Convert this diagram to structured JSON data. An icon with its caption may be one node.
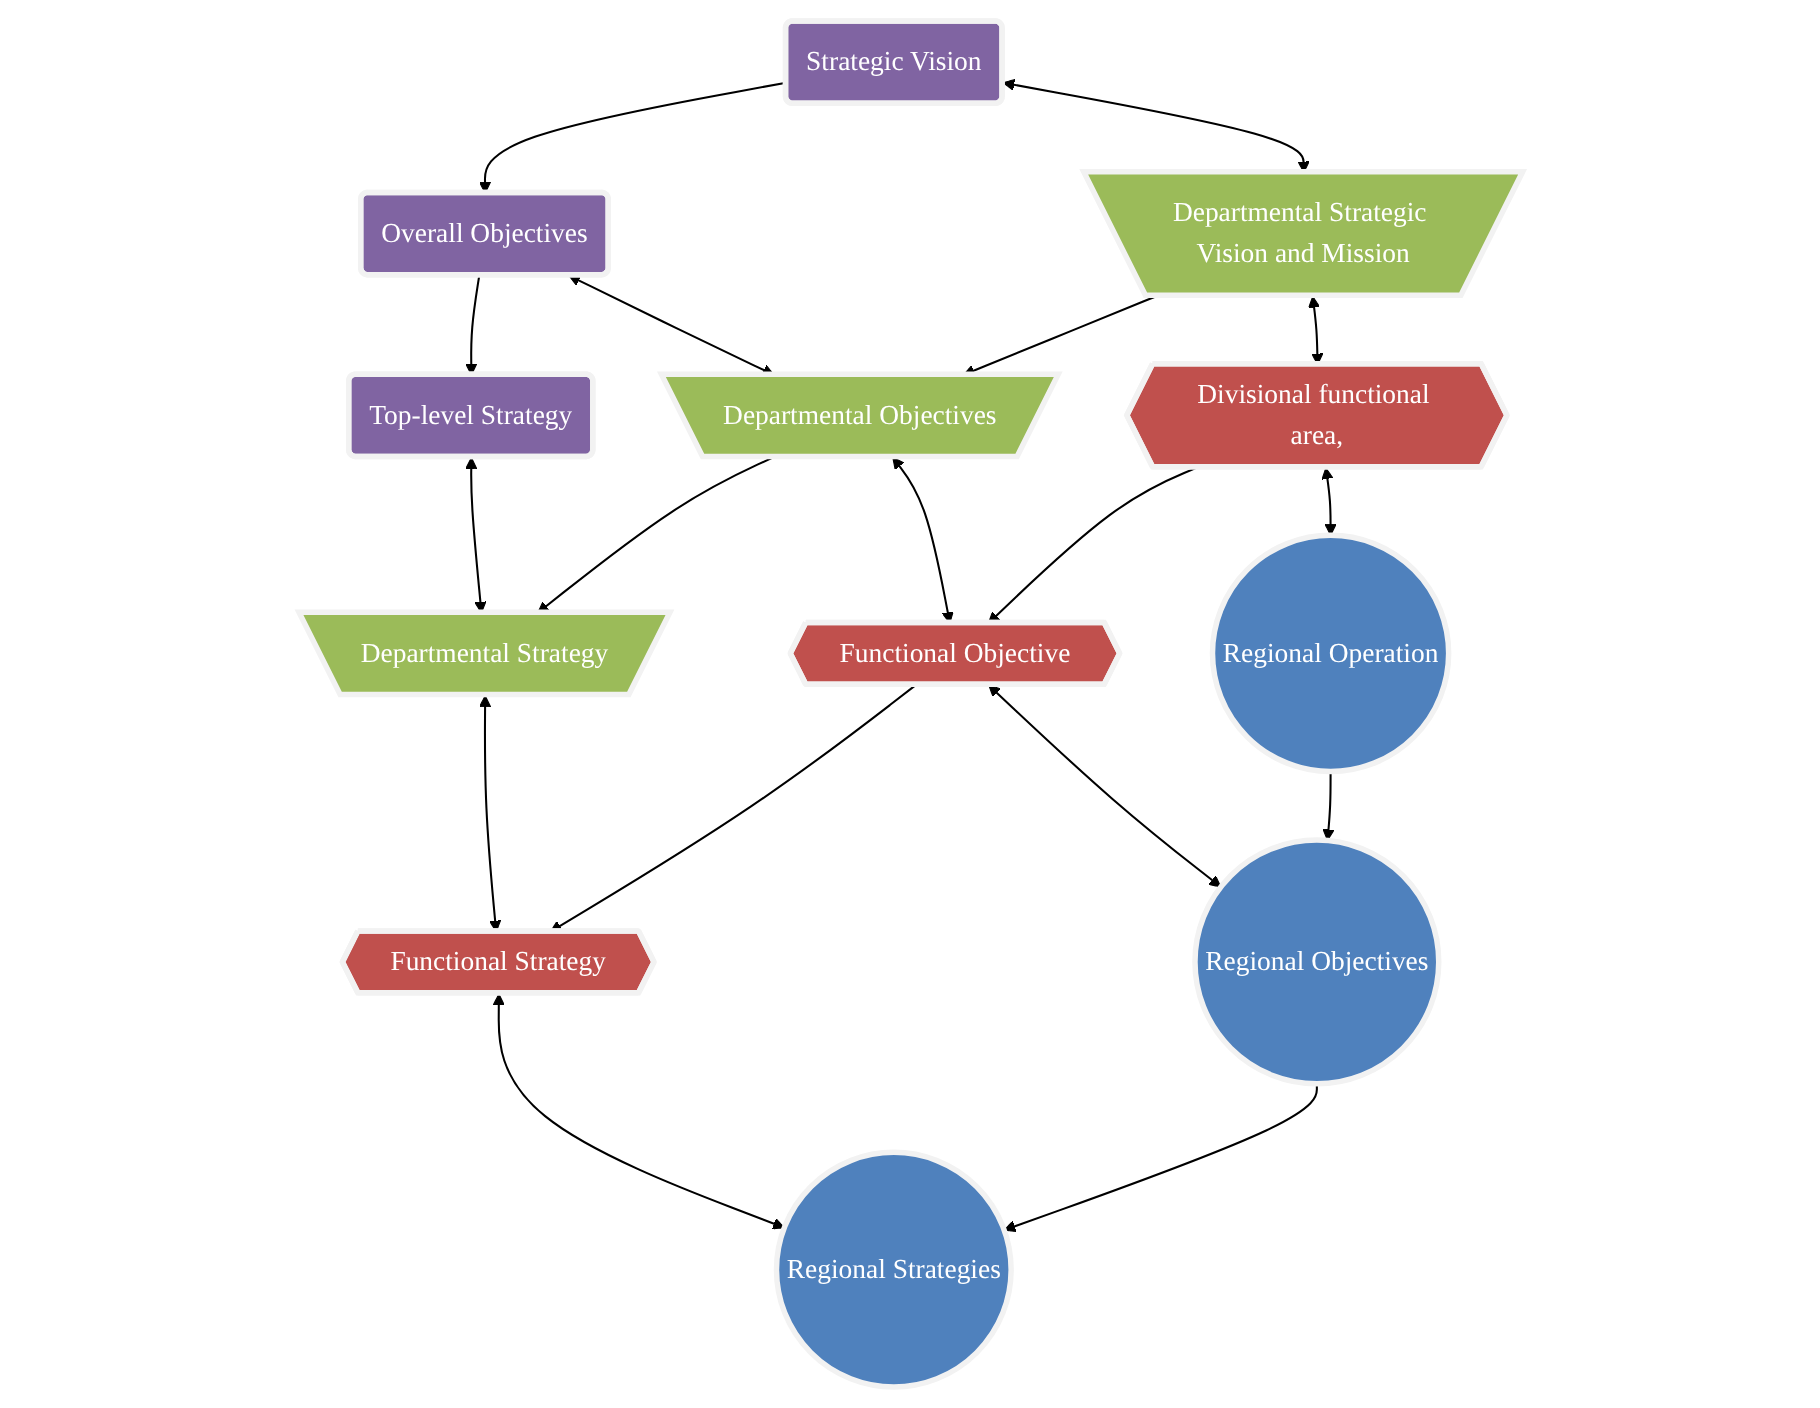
{
  "diagram": {
    "nodes": [
      {
        "text": [
          "Strategic Vision"
        ]
      },
      {
        "text": [
          "Overall Objectives"
        ]
      },
      {
        "text": [
          "Top-level Strategy"
        ]
      },
      {
        "text": [
          "Departmental Strategic Vision and Mission"
        ]
      },
      {
        "text": [
          "Departmental Objectives"
        ]
      },
      {
        "text": [
          "Departmental Strategy"
        ]
      },
      {
        "text": [
          "Divisional functional area,"
        ]
      },
      {
        "text": [
          "Functional Objective"
        ]
      },
      {
        "text": [
          "Functional Strategy"
        ]
      },
      {
        "text": [
          "Regional Operation"
        ]
      },
      {
        "text": [
          "Regional Objectives"
        ]
      },
      {
        "text": [
          "Regional Strategies"
        ]
      }
    ],
    "edges": [
      {
        "from": 0,
        "to": 1,
        "arrow": "to"
      },
      {
        "from": 1,
        "to": 2,
        "arrow": "to"
      },
      {
        "from": 0,
        "to": 3,
        "arrow": "both"
      },
      {
        "from": 1,
        "to": 4,
        "arrow": "both"
      },
      {
        "from": 2,
        "to": 5,
        "arrow": "both"
      },
      {
        "from": 3,
        "to": 4,
        "arrow": "to"
      },
      {
        "from": 4,
        "to": 5,
        "arrow": "to"
      },
      {
        "from": 3,
        "to": 6,
        "arrow": "both"
      },
      {
        "from": 4,
        "to": 7,
        "arrow": "both"
      },
      {
        "from": 5,
        "to": 8,
        "arrow": "both"
      },
      {
        "from": 6,
        "to": 7,
        "arrow": "to"
      },
      {
        "from": 7,
        "to": 8,
        "arrow": "to"
      },
      {
        "from": 6,
        "to": 9,
        "arrow": "both"
      },
      {
        "from": 7,
        "to": 10,
        "arrow": "both"
      },
      {
        "from": 8,
        "to": 11,
        "arrow": "both"
      },
      {
        "from": 9,
        "to": 10,
        "arrow": "to"
      },
      {
        "from": 10,
        "to": 11,
        "arrow": "to"
      }
    ]
  }
}
